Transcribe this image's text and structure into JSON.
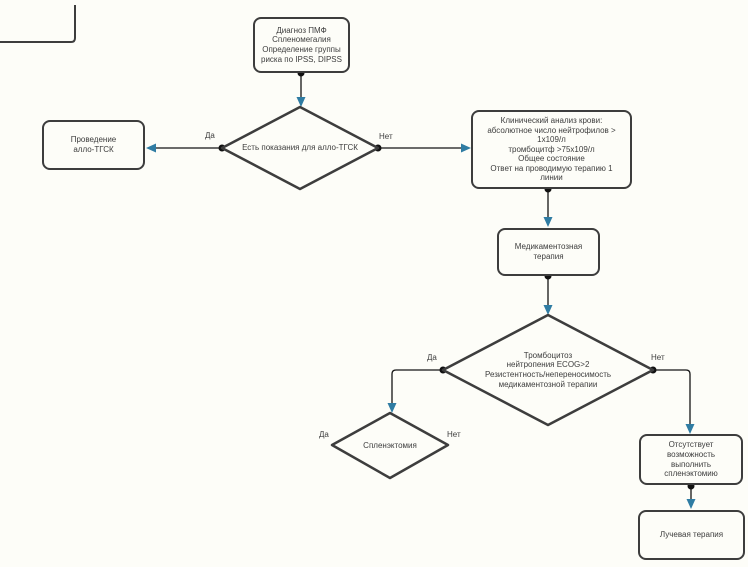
{
  "diagram": {
    "nodes": {
      "diagnosis": "Диагноз ПМФ\nСпленомегалия\nОпределение группы\nриска по IPSS, DIPSS",
      "allo_decision": "Есть показания для алло-ТГСК",
      "allo_procedure": "Проведение\nалло-ТГСК",
      "blood_test": "Клинический анализ крови:\nабсолютное число нейтрофилов >\n1x109/л\nтромбоцитф >75x109/л\nОбщее состояние\nОтвет на проводимую терапию 1\nлинии",
      "drug_therapy": "Медикаментозная\nтерапия",
      "resistance_decision": "Тромбоцитоз\nнейтропения ECOG>2\nРезистентность/непереносимость\nмедикаментозной терапии",
      "splenectomy_decision": "Спленэктомия",
      "no_splenectomy": "Отсутствует\nвозможность\nвыполнить\nспленэктомию",
      "radiation_therapy": "Лучевая терапия"
    },
    "branch_labels": {
      "allo_yes": "Да",
      "allo_no": "Нет",
      "resistance_yes": "Да",
      "resistance_no": "Нет",
      "splenectomy_yes": "Да",
      "splenectomy_no": "Нет"
    },
    "colors": {
      "node_border": "#3d3d3d",
      "connector": "#141414",
      "arrowhead": "#2f7ca3",
      "background": "#fdfdf8"
    }
  }
}
